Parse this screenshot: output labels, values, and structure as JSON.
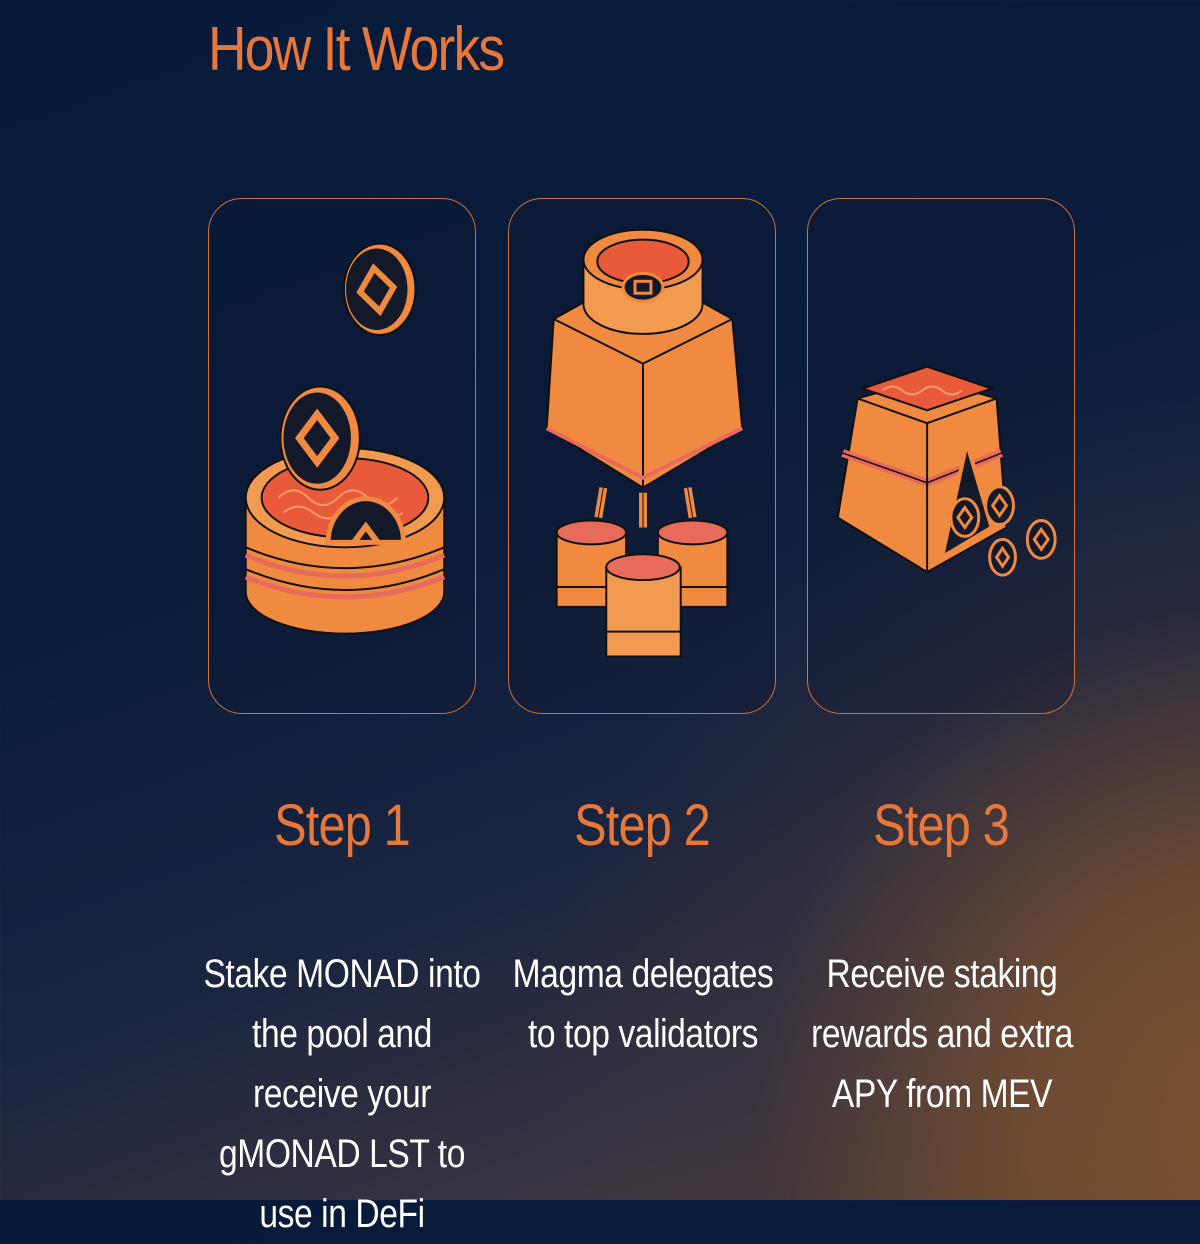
{
  "section": {
    "title": "How It Works"
  },
  "steps": [
    {
      "label": "Step 1",
      "description": "Stake MONAD into the pool and receive your gMONAD LST to use in DeFi",
      "illustration": "coins-into-pool-icon"
    },
    {
      "label": "Step 2",
      "description": "Magma delegates to top validators",
      "illustration": "delegation-blocks-icon"
    },
    {
      "label": "Step 3",
      "description": "Receive staking rewards and extra APY from MEV",
      "illustration": "rewards-vault-icon"
    }
  ],
  "colors": {
    "accent": "#e8783a",
    "card_border": "#d27238",
    "text": "#ffffff",
    "bg_dark": "#0b1d3c",
    "bg_warm": "#6a4a32"
  }
}
